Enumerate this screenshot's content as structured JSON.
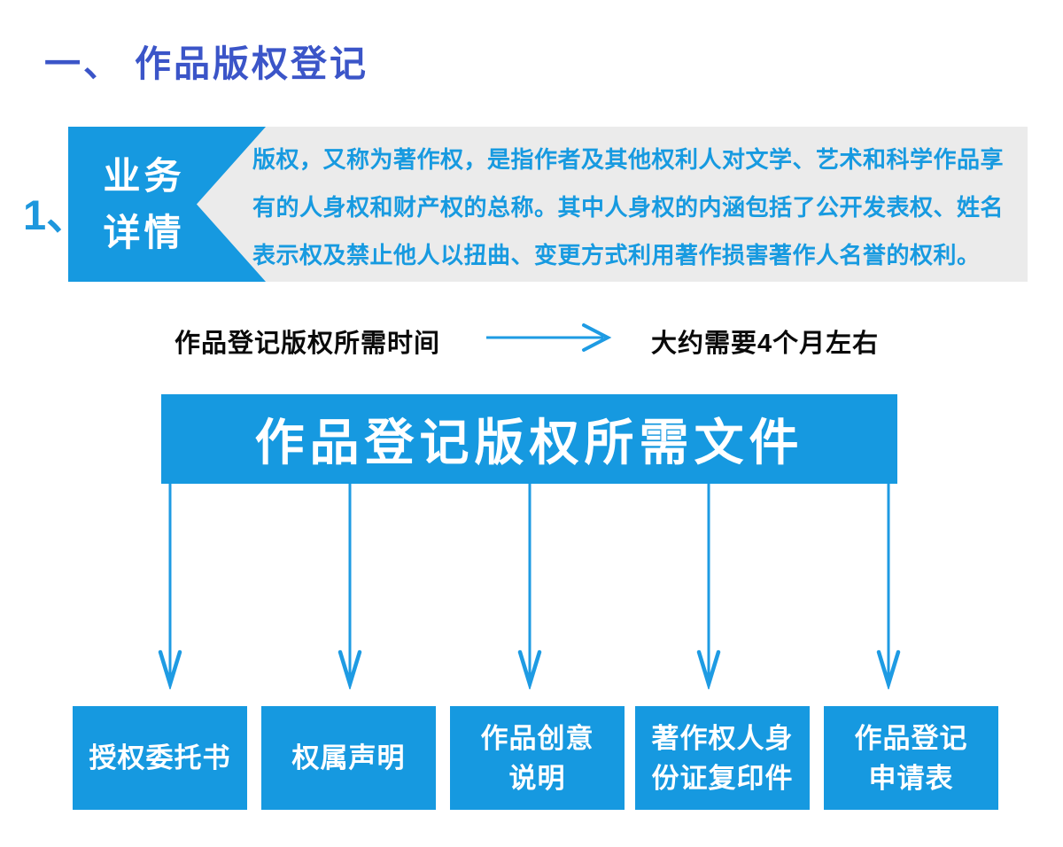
{
  "header": {
    "number": "一、",
    "title": "作品版权登记"
  },
  "section": {
    "number": "1、"
  },
  "detail_panel": {
    "tab_lines": [
      "业务",
      "详情"
    ],
    "description_lines": [
      "版权，又称为著作权，是指作者及其他权利人对文学、艺术和科学作品享",
      "有的人身权和财产权的总称。其中人身权的内涵包括了公开发表权、姓名",
      "表示权及禁止他人以扭曲、变更方式利用著作损害著作人名誉的权利。"
    ]
  },
  "timeline": {
    "label": "作品登记版权所需时间",
    "value": "大约需要4个月左右",
    "arrow_icon": "arrow-right-icon"
  },
  "documents": {
    "header": "作品登记版权所需文件",
    "flow_arrow_icon": "arrow-down-icon",
    "items": [
      {
        "lines": [
          "授权委托书"
        ]
      },
      {
        "lines": [
          "权属声明"
        ]
      },
      {
        "lines": [
          "作品创意",
          "说明"
        ]
      },
      {
        "lines": [
          "著作权人身",
          "份证复印件"
        ]
      },
      {
        "lines": [
          "作品登记",
          "申请表"
        ]
      }
    ]
  },
  "colors": {
    "accent_blue": "#1699e0",
    "title_blue": "#3b55c8",
    "panel_background_gray": "#ebebeb",
    "panel_text_blue": "#179ae0",
    "body_text_black": "#0a0a0a",
    "box_text_white": "#ffffff"
  }
}
